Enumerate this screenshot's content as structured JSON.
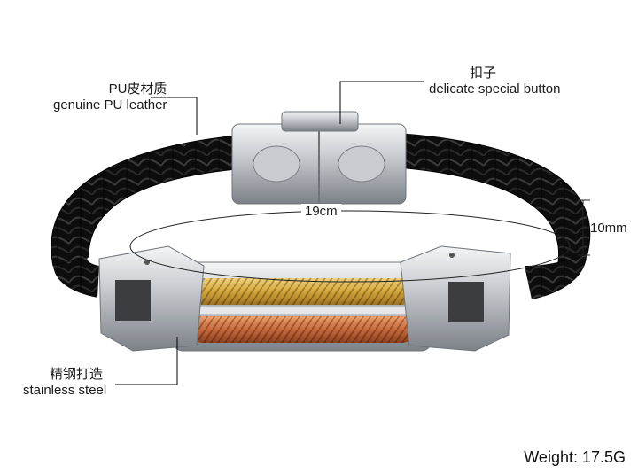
{
  "annotations": {
    "leather": {
      "zh": "PU皮材质",
      "en": "genuine PU leather"
    },
    "button": {
      "zh": "扣子",
      "en": "delicate special button"
    },
    "steel": {
      "zh": "精钢打造",
      "en": "stainless steel"
    },
    "length": "19cm",
    "width": "10mm",
    "weight": "Weight: 17.5G"
  },
  "colors": {
    "leather": "#111111",
    "steel": "#b9bec4",
    "gold_cable": "#d6a83a",
    "copper_cable": "#c8693a",
    "silver_cable": "#e5e7ea"
  }
}
